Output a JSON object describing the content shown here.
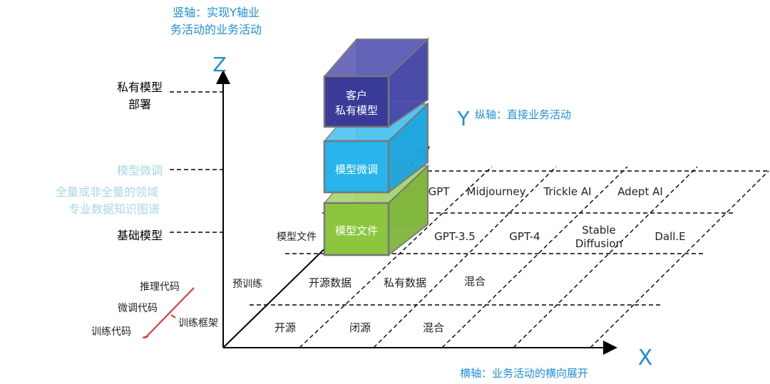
{
  "annotations": {
    "vertical_axis_note": [
      "竖轴：实现Y轴业",
      "务活动的业务活动"
    ],
    "horizontal_axis_note": "横轴：业务活动的横向展开",
    "y_axis_note": "纵轴：直接业务活动"
  },
  "axes": {
    "z": "Z",
    "y": "Y",
    "x": "X"
  },
  "z_levels": {
    "private": [
      "私有模型",
      "部署"
    ],
    "finetune": "模型微调",
    "finetune_desc": [
      "全量或非全量的领域",
      "专业数据知识图谱"
    ],
    "base": "基础模型"
  },
  "left_items": {
    "inference_code": "推理代码",
    "finetune_code": "微调代码",
    "training_code": "训练代码",
    "training_framework": "训练框架",
    "pretraining": "预训练",
    "model_file": "模型文件"
  },
  "cubes": {
    "top": [
      "客户",
      "私有模型"
    ],
    "middle": "模型微调",
    "bottom": "模型文件"
  },
  "grid": {
    "row_framework": [
      "开源",
      "闭源",
      "混合"
    ],
    "row_pretrain": [
      "开源数据",
      "私有数据",
      "混合"
    ],
    "row_models": [
      "GPT-3.5",
      "GPT-4",
      [
        "Stable",
        "Diffusion"
      ],
      "Dall.E"
    ],
    "row_apps": [
      "ChatGPT",
      "Midjourney",
      "Trickle AI",
      "Adept AI"
    ]
  },
  "colors": {
    "axis_label": "#1f8fd8",
    "annotation": "#1f8fd8",
    "cube_top": "#3f3fa0",
    "cube_middle": "#28b4ec",
    "cube_bottom": "#8cc63f",
    "faded_text": "#a8d8e2",
    "red_bracket": "#e53030"
  }
}
